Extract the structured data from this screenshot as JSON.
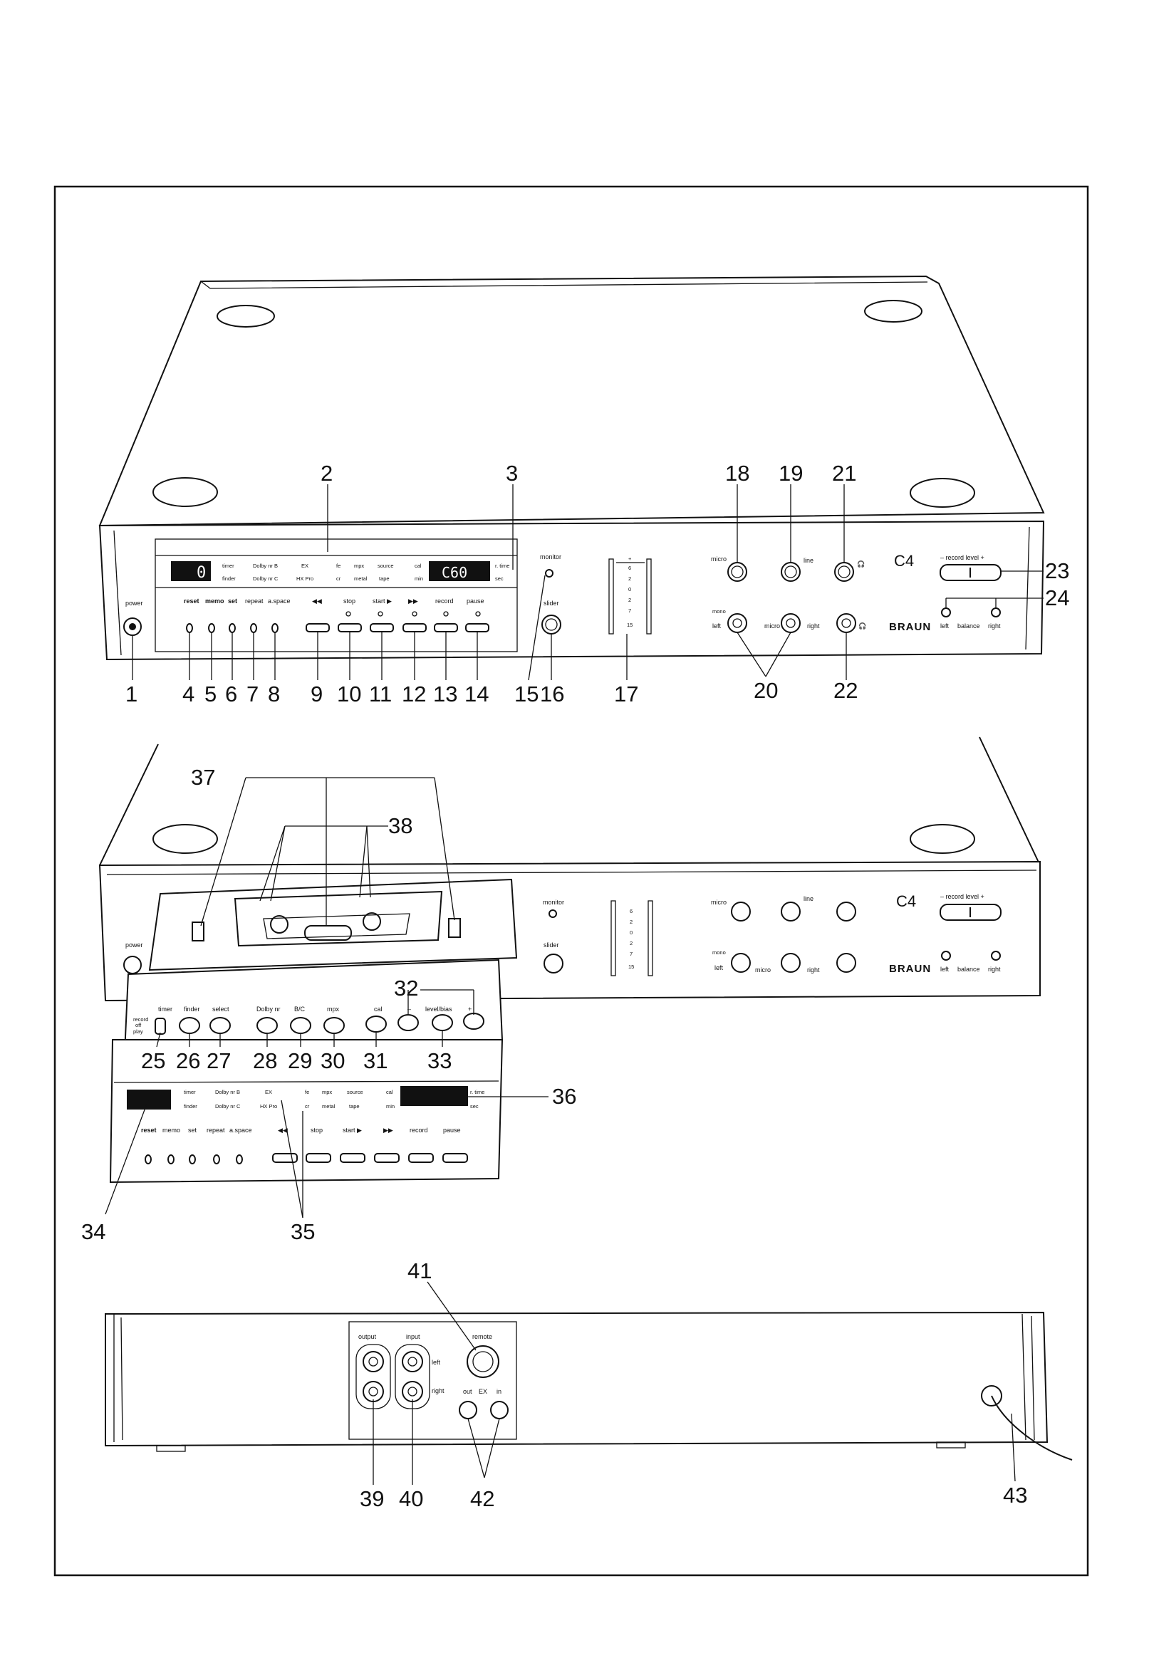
{
  "view1": {
    "display_top": [
      "timer",
      "Dolby nr B",
      "EX",
      "fe",
      "mpx",
      "source",
      "cal"
    ],
    "display_bottom": [
      "finder",
      "Dolby nr C",
      "HX Pro",
      "cr",
      "metal",
      "tape",
      "min"
    ],
    "counter_digit": "0",
    "counter_right": "C60",
    "time_labels": [
      "r. time",
      "sec"
    ],
    "monitor": "monitor",
    "slider": "slider",
    "power": "power",
    "small_buttons": [
      "reset",
      "memo",
      "set",
      "repeat",
      "a.space"
    ],
    "transport": [
      "◀◀",
      "stop",
      "start ▶",
      "▶▶",
      "record",
      "pause"
    ],
    "meter_scale": [
      "+",
      "6",
      "2",
      "0",
      "2",
      "7",
      "15"
    ],
    "knobs": [
      "micro",
      "line",
      "🎧"
    ],
    "jacks": [
      "mono",
      "left",
      "micro",
      "right"
    ],
    "model": "C4",
    "record_level": "–  record level  +",
    "balance": [
      "left",
      "balance",
      "right"
    ],
    "brand": "BRAUN",
    "callouts": [
      "1",
      "2",
      "3",
      "4",
      "5",
      "6",
      "7",
      "8",
      "9",
      "10",
      "11",
      "12",
      "13",
      "14",
      "15",
      "16",
      "17",
      "18",
      "19",
      "20",
      "21",
      "22",
      "23",
      "24"
    ]
  },
  "view2": {
    "panel_buttons": [
      "timer",
      "finder",
      "select",
      "Dolby nr",
      "B/C",
      "mpx",
      "cal",
      "–",
      "level/bias",
      "+"
    ],
    "switch_labels": [
      "record",
      "off",
      "play"
    ],
    "display_top": [
      "timer",
      "Dolby nr B",
      "EX",
      "fe",
      "mpx",
      "source",
      "cal",
      "r. time"
    ],
    "display_bottom": [
      "finder",
      "Dolby nr C",
      "HX Pro",
      "cr",
      "metal",
      "tape",
      "min",
      "sec"
    ],
    "small_buttons": [
      "reset",
      "memo",
      "set",
      "repeat",
      "a.space"
    ],
    "transport": [
      "◀◀",
      "stop",
      "start ▶",
      "▶▶",
      "record",
      "pause"
    ],
    "right_labels": [
      "monitor",
      "slider",
      "power",
      "micro",
      "line",
      "C4",
      "–  record level  +",
      "mono",
      "left",
      "micro",
      "right",
      "left",
      "balance",
      "right",
      "BRAUN"
    ],
    "callouts": [
      "25",
      "26",
      "27",
      "28",
      "29",
      "30",
      "31",
      "32",
      "33",
      "34",
      "35",
      "36",
      "37",
      "38"
    ]
  },
  "view3": {
    "labels": [
      "output",
      "input",
      "remote",
      "left",
      "right",
      "out",
      "EX",
      "in"
    ],
    "callouts": [
      "39",
      "40",
      "41",
      "42",
      "43"
    ]
  }
}
